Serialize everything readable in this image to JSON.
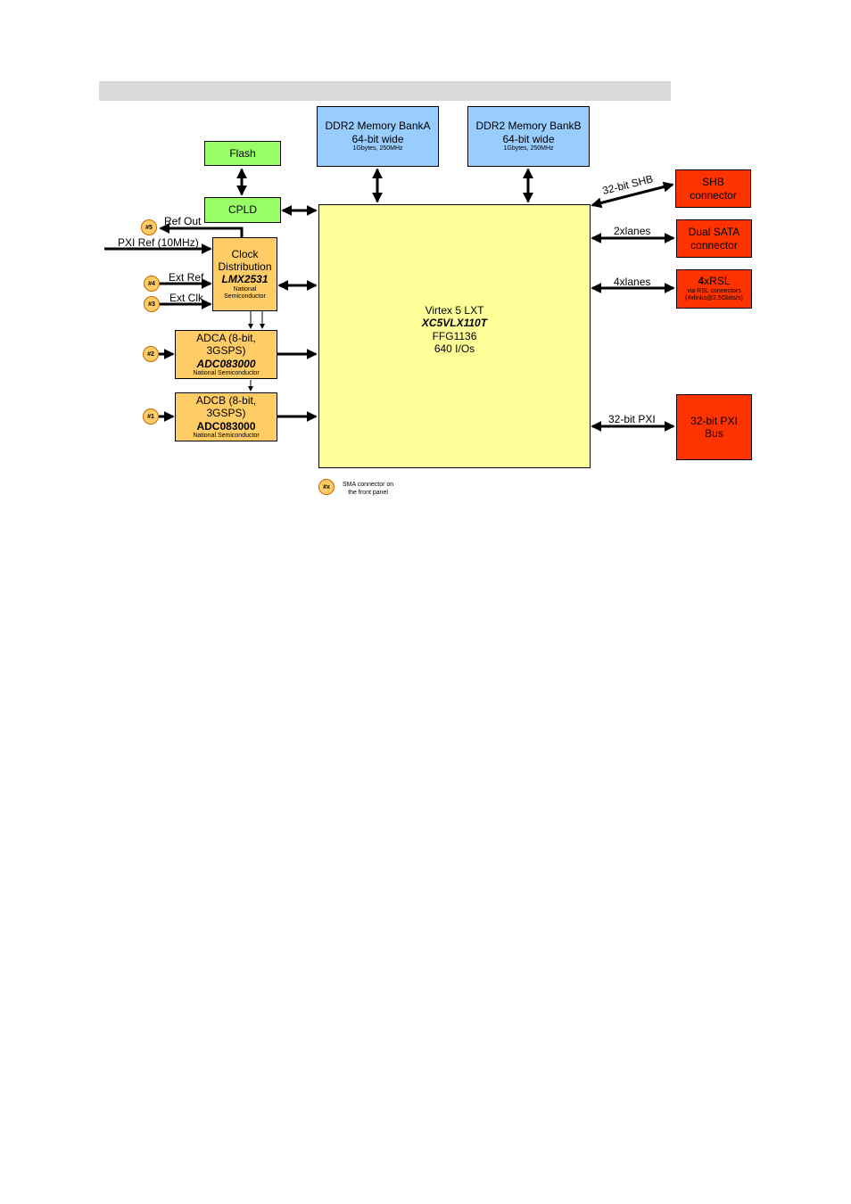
{
  "blocks": {
    "ddr2_a": {
      "line1": "DDR2 Memory BankA",
      "line2": "64-bit wide",
      "line3": "1Gbytes, 250MHz"
    },
    "ddr2_b": {
      "line1": "DDR2 Memory BankB",
      "line2": "64-bit wide",
      "line3": "1Gbytes, 250MHz"
    },
    "flash": "Flash",
    "cpld": "CPLD",
    "clock": {
      "line1": "Clock",
      "line2": "Distribution",
      "part": "LMX2531",
      "vendor1": "National",
      "vendor2": "Semiconductor"
    },
    "adca": {
      "line1": "ADCA (8-bit,",
      "line2": "3GSPS)",
      "part": "ADC083000",
      "vendor": "National Semiconductor"
    },
    "adcb": {
      "line1": "ADCB (8-bit,",
      "line2": "3GSPS)",
      "part": "ADC083000",
      "vendor": "National Semiconductor"
    },
    "fpga": {
      "line1": "Virtex 5 LXT",
      "part": "XC5VLX110T",
      "line3": "FFG1136",
      "line4": "640 I/Os"
    },
    "shb": {
      "line1": "SHB",
      "line2": "connector"
    },
    "sata": {
      "line1": "Dual SATA",
      "line2": "connector"
    },
    "rsl": {
      "title_bold": "4",
      "title_rest": "xRSL",
      "line2": "via RSL connectors",
      "line3": "(4xlinks@2.5Gbits/s)"
    },
    "pxi": {
      "line1": "32-bit PXI",
      "line2": "Bus"
    }
  },
  "labels": {
    "ref_out": "Ref Out",
    "pxi_ref": "PXI Ref (10MHz)",
    "ext_ref": "Ext Ref",
    "ext_clk": "Ext Clk",
    "shb_link": "32-bit SHB",
    "sata_link": "2xlanes",
    "rsl_link": "4xlanes",
    "pxi_link": "32-bit PXI"
  },
  "connectors": {
    "c5": "#5",
    "c4": "#4",
    "c3": "#3",
    "c2": "#2",
    "c1": "#1",
    "legend_symbol": "#x"
  },
  "legend": {
    "line1": "SMA connector on",
    "line2": "the front panel"
  },
  "colors": {
    "green": "#99ff66",
    "blue": "#99ccff",
    "orange": "#ffcc66",
    "red": "#ff3300",
    "yellow": "#ffff99",
    "header_bar": "#d9d9d9"
  }
}
